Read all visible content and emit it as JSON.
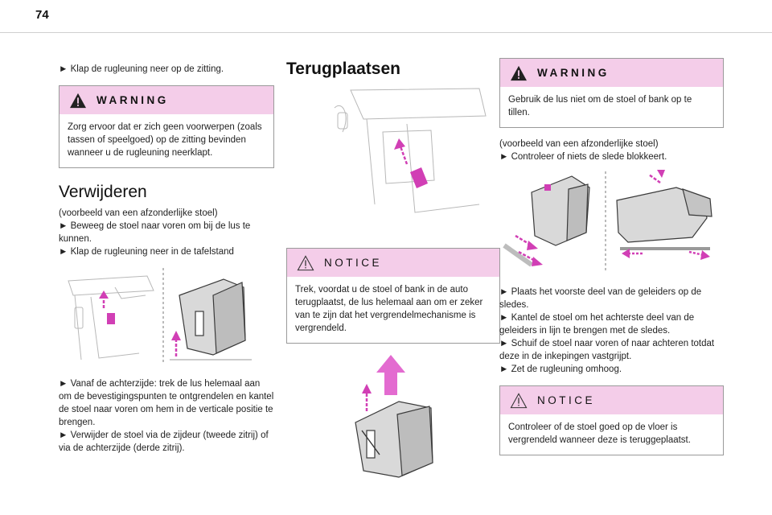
{
  "page": {
    "number": "74"
  },
  "col1": {
    "intro": "► Klap de rugleuning neer op de zitting.",
    "warning": {
      "label": "WARNING",
      "text": "Zorg ervoor dat er zich geen voorwerpen (zoals tassen of speelgoed) op de zitting bevinden wanneer u de rugleuning neerklapt."
    },
    "heading": "Verwijderen",
    "lines": [
      "(voorbeeld van een afzonderlijke stoel)",
      "► Beweeg de stoel naar voren om bij de lus te kunnen.",
      "► Klap de rugleuning neer in de tafelstand"
    ],
    "bottom_lines": [
      "► Vanaf de achterzijde: trek de lus helemaal aan om de bevestigingspunten te ontgrendelen en kantel de stoel naar voren om hem in de verticale positie te brengen.",
      "► Verwijder de stoel via de zijdeur (tweede zitrij) of via de achterzijde (derde zitrij)."
    ]
  },
  "col2": {
    "heading": "Terugplaatsen",
    "notice": {
      "label": "NOTICE",
      "text": "Trek, voordat u de stoel of bank in de auto terugplaatst, de lus helemaal aan om er zeker van te zijn dat het vergrendelmechanisme is vergrendeld."
    }
  },
  "col3": {
    "warning": {
      "label": "WARNING",
      "text": "Gebruik de lus niet om de stoel of bank op te tillen."
    },
    "lines": [
      "(voorbeeld van een afzonderlijke stoel)",
      "► Controleer of niets de slede blokkeert."
    ],
    "bottom_lines": [
      "► Plaats het voorste deel van de geleiders op de sledes.",
      "► Kantel de stoel om het achterste deel van de geleiders in lijn te brengen met de sledes.",
      "► Schuif de stoel naar voren of naar achteren totdat deze in de inkepingen vastgrijpt.",
      "► Zet de rugleuning omhoog."
    ],
    "notice": {
      "label": "NOTICE",
      "text": "Controleer of de stoel goed op de vloer is vergrendeld wanneer deze is teruggeplaatst."
    }
  },
  "colors": {
    "accent_pink": "#f4cde9",
    "arrow_magenta": "#d13fb5",
    "border": "#9a9a9a"
  }
}
